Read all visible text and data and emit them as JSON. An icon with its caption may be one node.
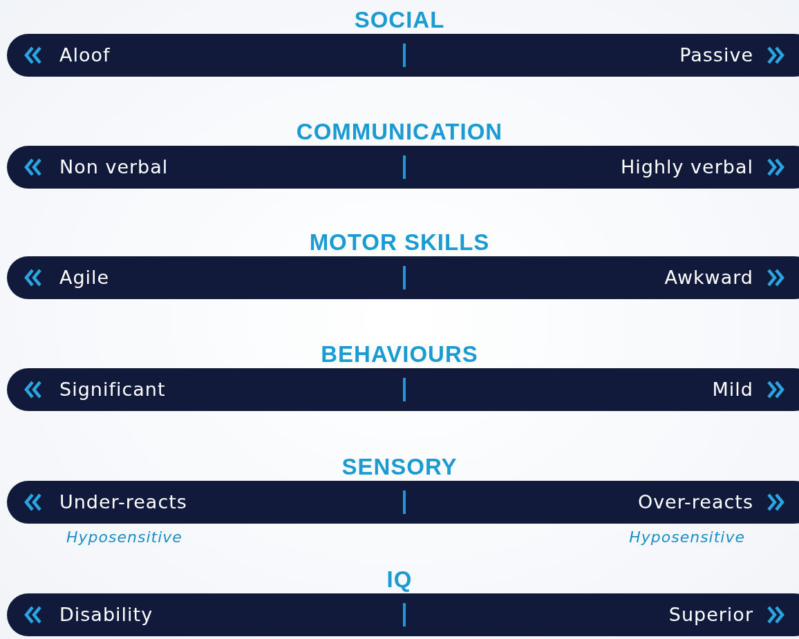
{
  "diagram": {
    "nodes": [
      {
        "text": [
          "SOCIAL",
          "Aloof",
          "Passive"
        ]
      },
      {
        "text": [
          "COMMUNICATION",
          "Non verbal",
          "Highly verbal"
        ]
      },
      {
        "text": [
          "MOTOR SKILLS",
          "Agile",
          "Awkward"
        ]
      },
      {
        "text": [
          "BEHAVIOURS",
          "Significant",
          "Mild"
        ]
      },
      {
        "text": [
          "SENSORY",
          "Under-reacts",
          "Over-reacts"
        ],
        "beside": [
          "Hyposensitive",
          "Hyposensitive"
        ]
      },
      {
        "text": [
          "IQ",
          "Disability",
          "Superior"
        ]
      }
    ]
  }
}
